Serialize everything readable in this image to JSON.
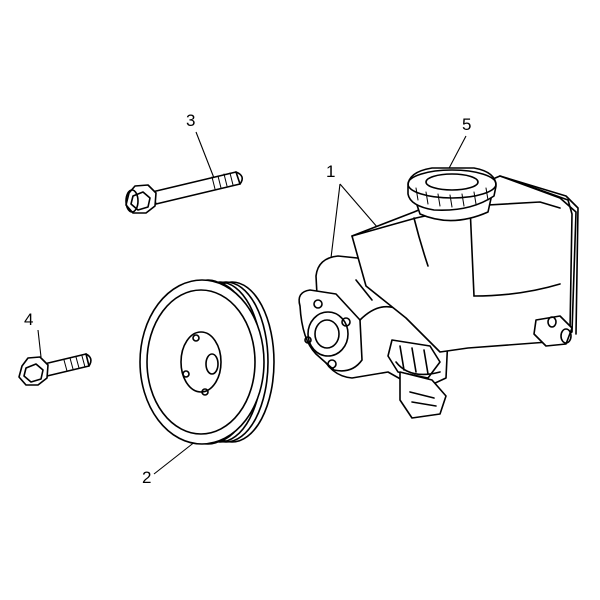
{
  "callouts": {
    "pump": "1",
    "pulley": "2",
    "long_bolt": "3",
    "short_bolt": "4",
    "cap": "5"
  }
}
